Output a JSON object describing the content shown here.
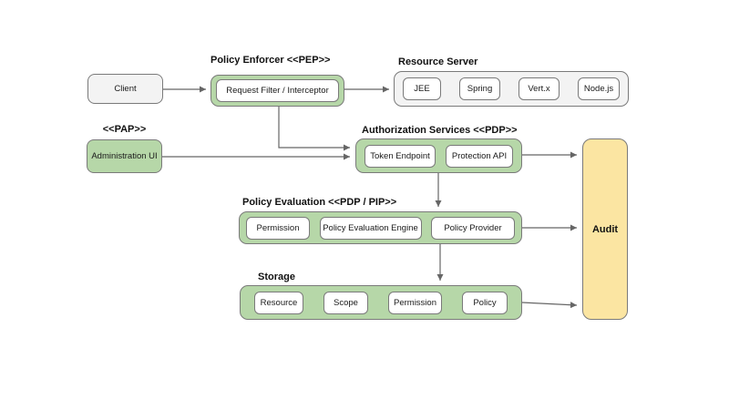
{
  "palette": {
    "green": "#b6d7a8",
    "yellow": "#fbe5a2",
    "gray": "#f3f3f3",
    "border": "#7a7a7a",
    "connector": "#666666"
  },
  "nodes": {
    "client": "Client",
    "administration_ui": "Administration UI",
    "audit": "Audit"
  },
  "labels": {
    "pap": "<<PAP>>"
  },
  "groups": {
    "policy_enforcer": {
      "title": "Policy Enforcer <<PEP>>",
      "items": {
        "request_filter": "Request Filter / Interceptor"
      }
    },
    "resource_server": {
      "title": "Resource Server",
      "items": {
        "jee": "JEE",
        "spring": "Spring",
        "vertx": "Vert.x",
        "nodejs": "Node.js"
      }
    },
    "authorization_services": {
      "title": "Authorization Services <<PDP>>",
      "items": {
        "token_endpoint": "Token Endpoint",
        "protection_api": "Protection API"
      }
    },
    "policy_evaluation": {
      "title": "Policy Evaluation <<PDP / PIP>>",
      "items": {
        "permission": "Permission",
        "engine": "Policy Evaluation Engine",
        "provider": "Policy Provider"
      }
    },
    "storage": {
      "title": "Storage",
      "items": {
        "resource": "Resource",
        "scope": "Scope",
        "permission": "Permission",
        "policy": "Policy"
      }
    }
  }
}
